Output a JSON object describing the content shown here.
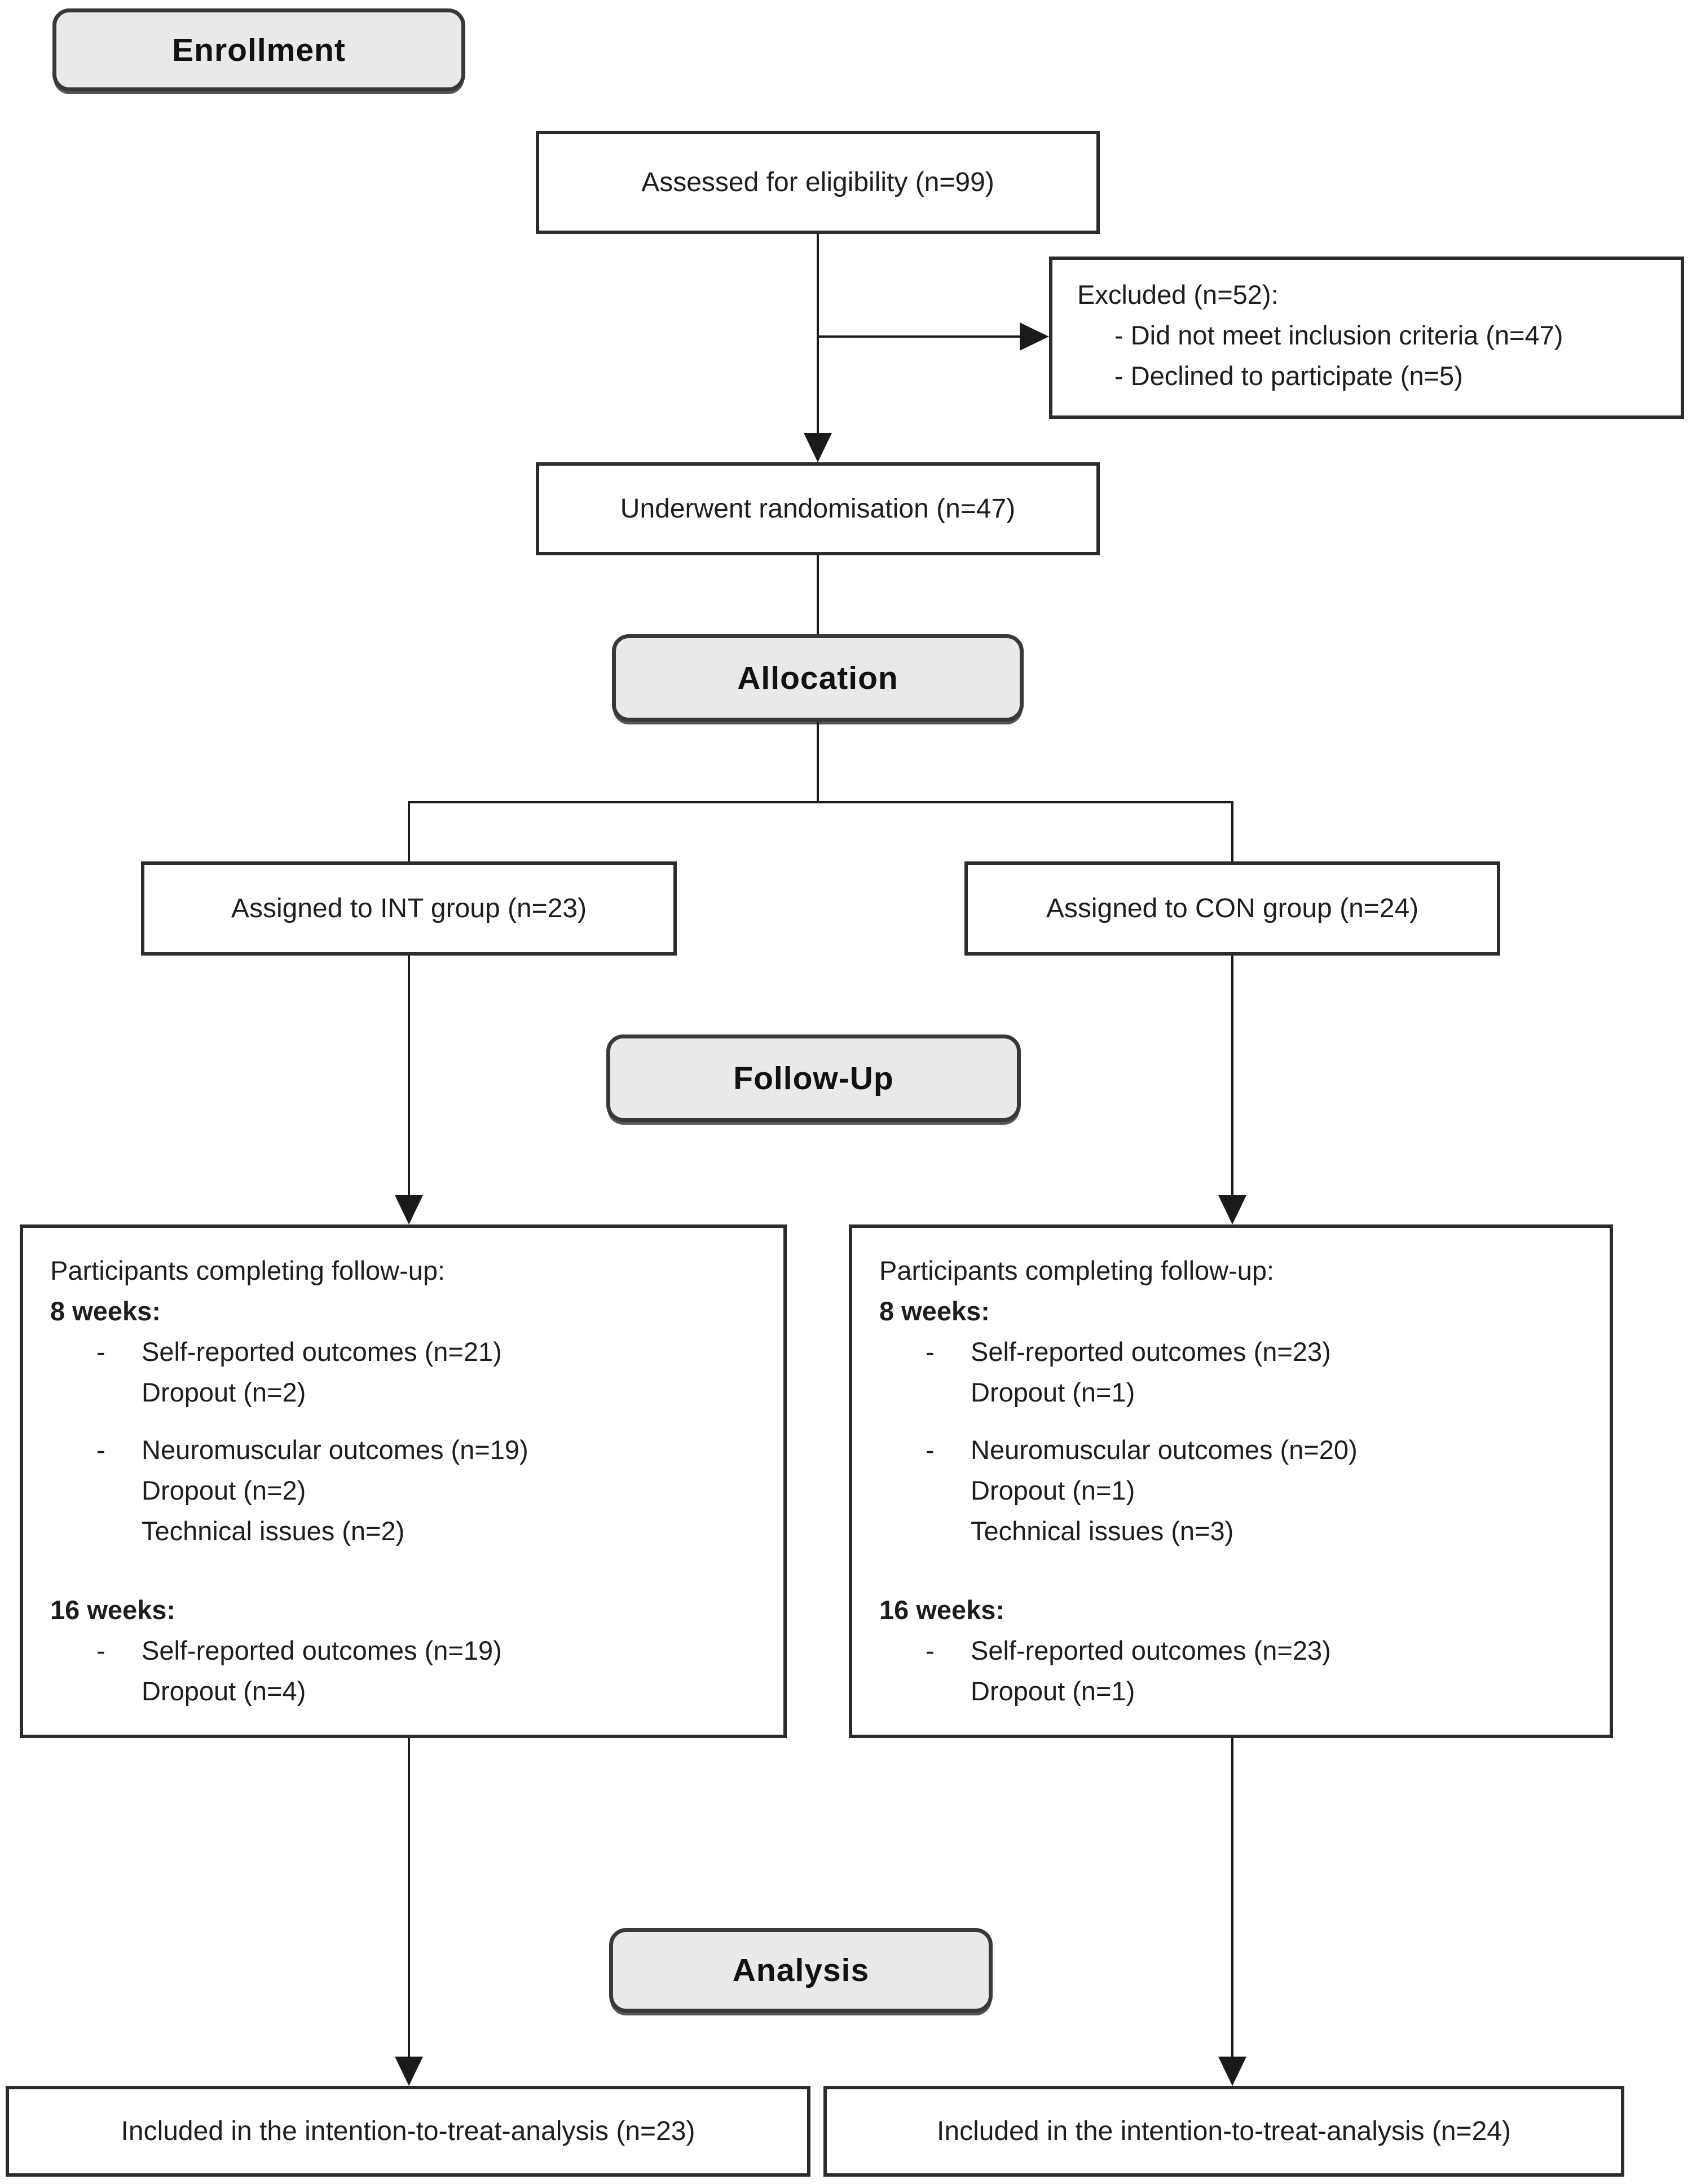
{
  "diagram": {
    "stages": {
      "enrollment": "Enrollment",
      "allocation": "Allocation",
      "followup": "Follow-Up",
      "analysis": "Analysis"
    },
    "assessed": {
      "label": "Assessed for eligibility (n=99)"
    },
    "excluded": {
      "title": "Excluded (n=52):",
      "reasons": [
        "- Did not meet inclusion criteria (n=47)",
        "- Declined to participate (n=5)"
      ]
    },
    "randomised": {
      "label": "Underwent randomisation (n=47)"
    },
    "groups": {
      "int": {
        "label": "Assigned to INT group (n=23)"
      },
      "con": {
        "label": "Assigned to CON group (n=24)"
      }
    },
    "followup_boxes": {
      "int": {
        "intro": "Participants completing follow-up:",
        "week8_heading": "8 weeks:",
        "week8_bullets": [
          {
            "dash": "-",
            "main": "Self-reported outcomes (n=21)",
            "sub0": "Dropout (n=2)"
          },
          {
            "dash": "-",
            "main": "Neuromuscular outcomes (n=19)",
            "sub0": "Dropout (n=2)",
            "sub1": "Technical issues (n=2)"
          }
        ],
        "week16_heading": "16 weeks:",
        "week16_bullets": [
          {
            "dash": "-",
            "main": "Self-reported outcomes (n=19)",
            "sub0": "Dropout (n=4)"
          }
        ]
      },
      "con": {
        "intro": "Participants completing follow-up:",
        "week8_heading": "8 weeks:",
        "week8_bullets": [
          {
            "dash": "-",
            "main": "Self-reported outcomes (n=23)",
            "sub0": "Dropout (n=1)"
          },
          {
            "dash": "-",
            "main": "Neuromuscular outcomes (n=20)",
            "sub0": "Dropout (n=1)",
            "sub1": "Technical issues (n=3)"
          }
        ],
        "week16_heading": "16 weeks:",
        "week16_bullets": [
          {
            "dash": "-",
            "main": "Self-reported outcomes (n=23)",
            "sub0": "Dropout (n=1)"
          }
        ]
      }
    },
    "analysis_boxes": {
      "int": {
        "label": "Included in the intention-to-treat-analysis (n=23)"
      },
      "con": {
        "label": "Included in the intention-to-treat-analysis (n=24)"
      }
    },
    "colors": {
      "stage_fill": "#e9e9e9",
      "box_border": "#2b2b2b",
      "line": "#1a1a1a",
      "background": "#ffffff"
    }
  }
}
